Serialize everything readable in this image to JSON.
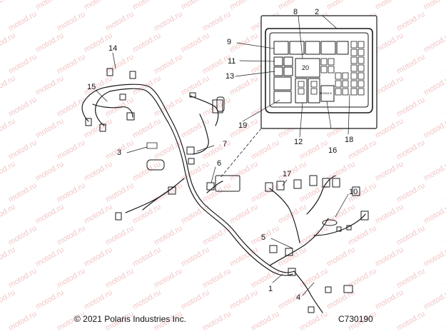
{
  "watermark_text": "motod.ru",
  "callouts": {
    "c1": "1",
    "c2": "2",
    "c3": "3",
    "c4": "4",
    "c5": "5",
    "c6": "6",
    "c7": "7",
    "c8": "8",
    "c9": "9",
    "c10": "10",
    "c11": "11",
    "c12": "12",
    "c13": "13",
    "c14": "14",
    "c15": "15",
    "c16": "16",
    "c17": "17",
    "c18": "18",
    "c19": "19"
  },
  "fuse_box": {
    "relay_number": "20",
    "module_label": "MODULE"
  },
  "footer": {
    "copyright": "© 2021 Polaris Industries Inc.",
    "diagram_code": "C730190"
  },
  "colors": {
    "watermark": "#f2c7c7",
    "line_art": "#1a1a1a"
  }
}
